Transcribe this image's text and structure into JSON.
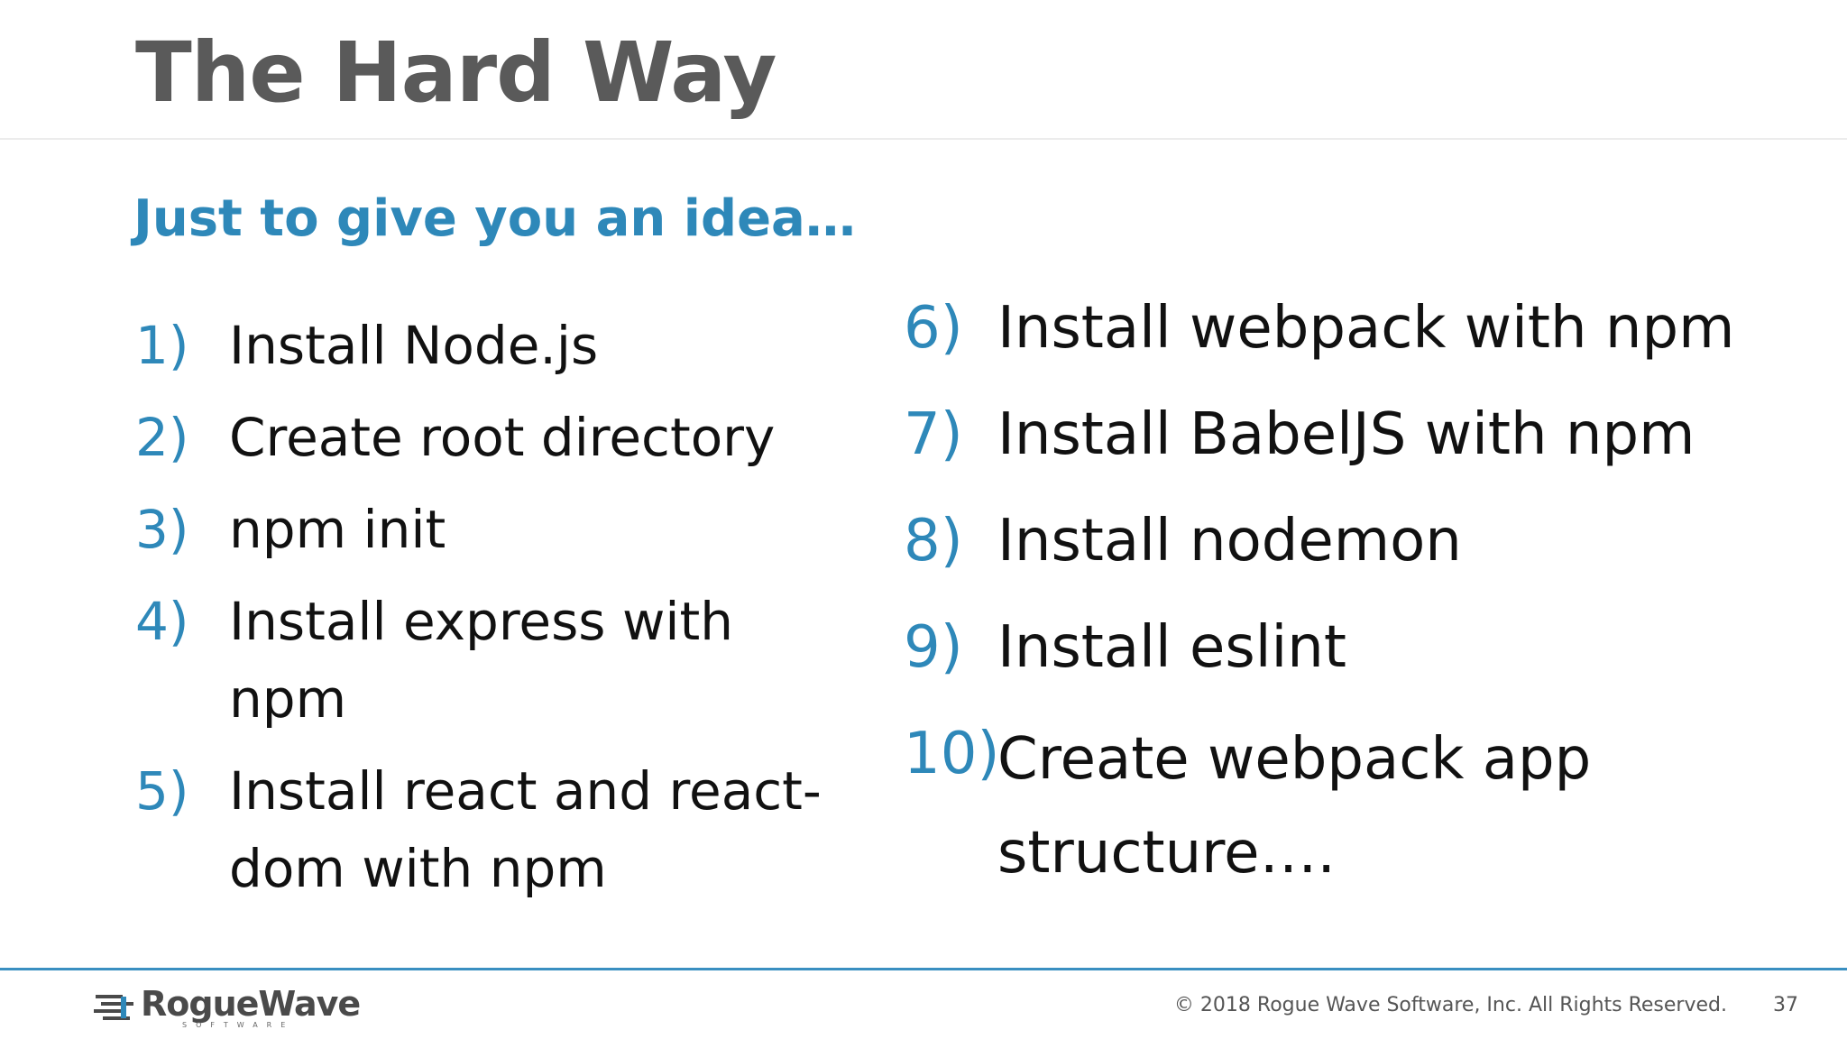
{
  "slide": {
    "title": "The Hard Way",
    "subtitle": "Just to give you an idea…",
    "left_steps": [
      {
        "num": "1)",
        "text": "Install Node.js"
      },
      {
        "num": "2)",
        "text": "Create root directory"
      },
      {
        "num": "3)",
        "text": "npm init"
      },
      {
        "num": "4)",
        "text": "Install express with npm"
      },
      {
        "num": "5)",
        "text": "Install react and react-dom with npm"
      }
    ],
    "right_steps": [
      {
        "num": "6)",
        "text": "Install webpack with npm"
      },
      {
        "num": "7)",
        "text": "Install BabelJS with npm"
      },
      {
        "num": "8)",
        "text": "Install nodemon"
      },
      {
        "num": "9)",
        "text": "Install eslint"
      },
      {
        "num": "10)",
        "text": "Create webpack app structure…."
      }
    ]
  },
  "footer": {
    "logo_text": "RogueWave",
    "logo_subtext": "SOFTWARE",
    "copyright": "© 2018 Rogue Wave Software, Inc. All Rights Reserved.",
    "page_number": "37"
  },
  "colors": {
    "title": "#5a5a5a",
    "accent": "#2e88b9",
    "body_text": "#111111",
    "footer_rule": "#3a8fc1"
  }
}
